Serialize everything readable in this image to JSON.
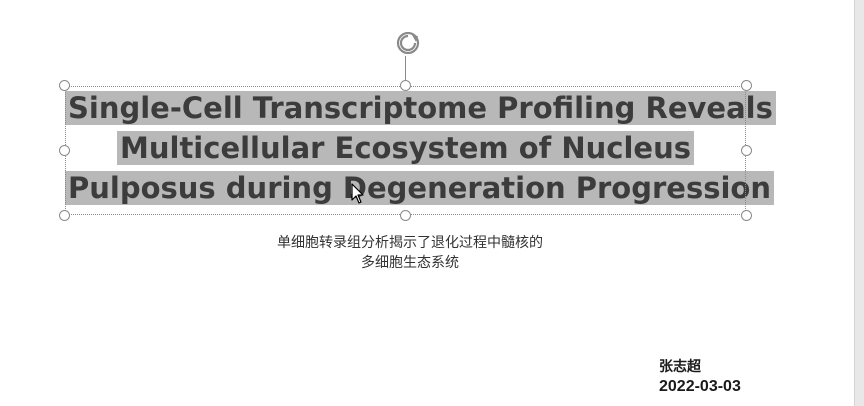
{
  "slide": {
    "title_lines": [
      "Single-Cell Transcriptome Profiling Reveals",
      "Multicellular Ecosystem of Nucleus",
      "Pulposus during Degeneration Progression"
    ],
    "subtitle_lines": [
      "单细胞转录组分析揭示了退化过程中髓核的",
      "多细胞生态系统"
    ],
    "author": "张志超",
    "date": "2022-03-03"
  },
  "selection": {
    "handle_icon": "resize-handle",
    "rotate_icon": "rotate-icon",
    "highlight_color": "#b8b8b8",
    "frame_color": "#8a8a8a"
  },
  "cursor_icon": "arrow-pointer-icon"
}
